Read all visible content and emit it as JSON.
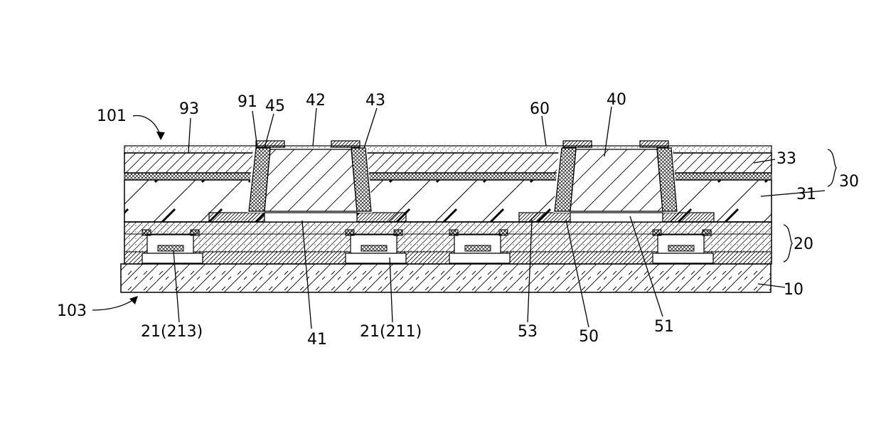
{
  "labels": {
    "l101": "101",
    "l93": "93",
    "l91": "91",
    "l45": "45",
    "l42": "42",
    "l43": "43",
    "l60": "60",
    "l40": "40",
    "l33": "33",
    "l30": "30",
    "l31": "31",
    "l20": "20",
    "l10": "10",
    "l103": "103",
    "l21_213": "21(213)",
    "l41": "41",
    "l21_211": "21(211)",
    "l53": "53",
    "l50": "50",
    "l51": "51"
  }
}
